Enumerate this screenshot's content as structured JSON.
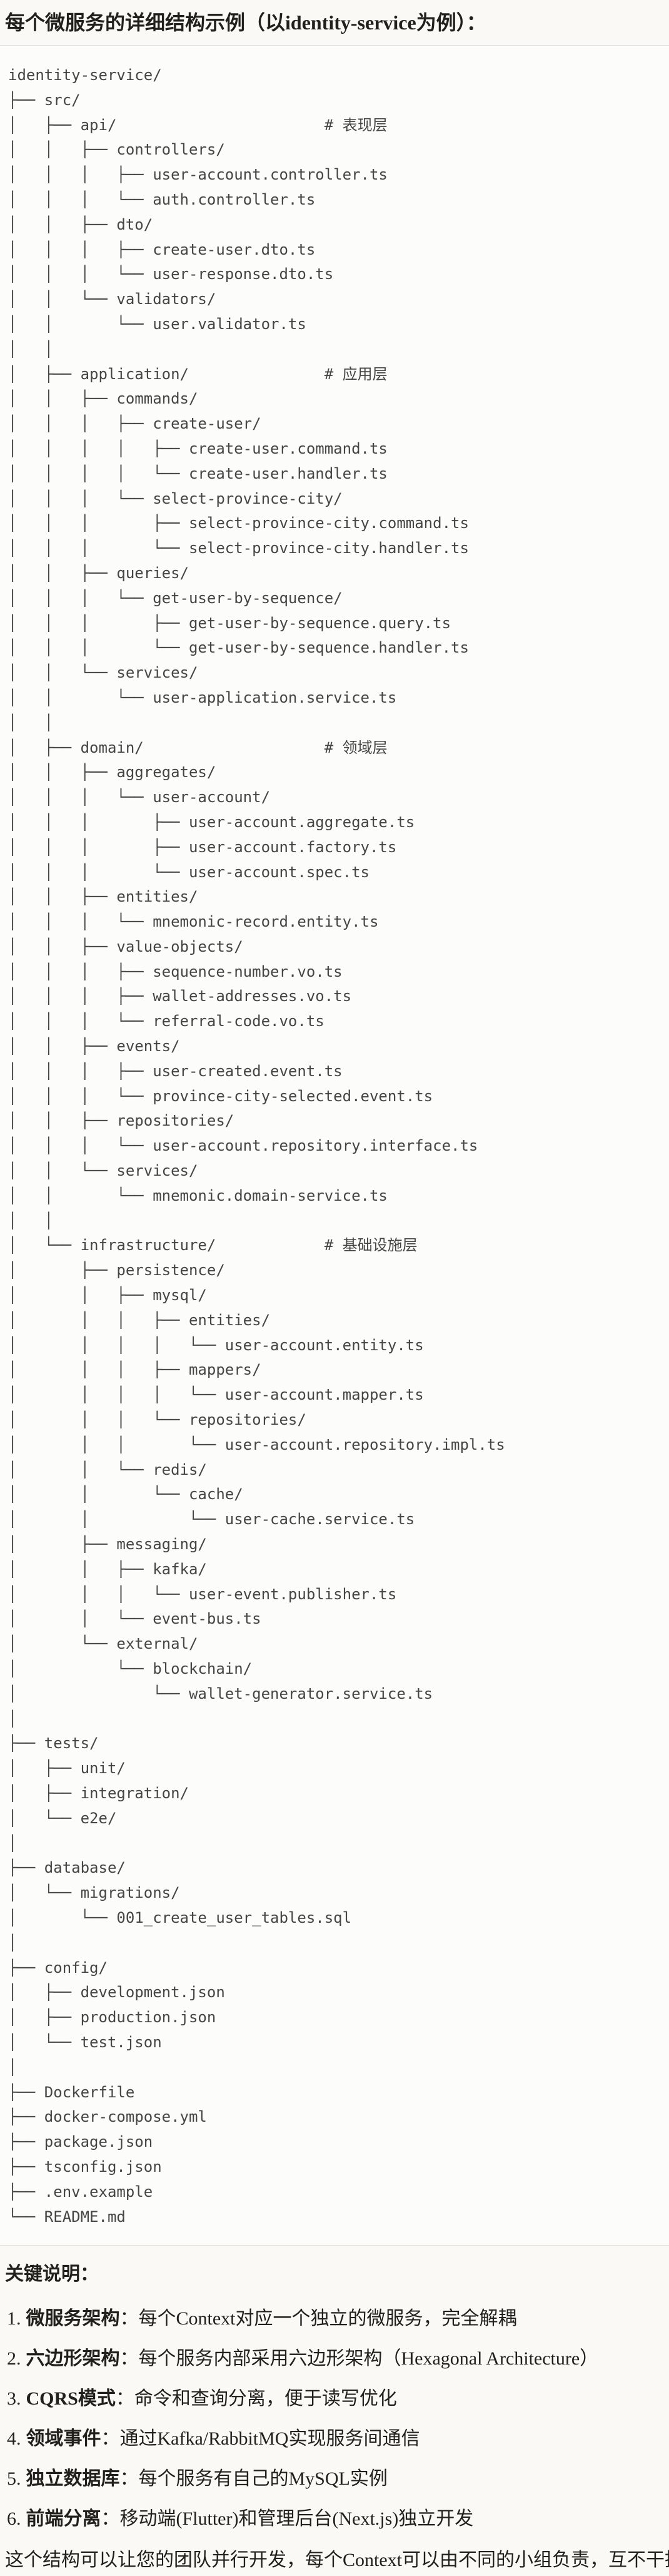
{
  "page": {
    "title": "每个微服务的详细结构示例（以identity-service为例）："
  },
  "code_block": {
    "language": "plaintext-directory-tree",
    "tree_text": "identity-service/\n├── src/\n│   ├── api/                       # 表现层\n│   │   ├── controllers/\n│   │   │   ├── user-account.controller.ts\n│   │   │   └── auth.controller.ts\n│   │   ├── dto/\n│   │   │   ├── create-user.dto.ts\n│   │   │   └── user-response.dto.ts\n│   │   └── validators/\n│   │       └── user.validator.ts\n│   │\n│   ├── application/               # 应用层\n│   │   ├── commands/\n│   │   │   ├── create-user/\n│   │   │   │   ├── create-user.command.ts\n│   │   │   │   └── create-user.handler.ts\n│   │   │   └── select-province-city/\n│   │   │       ├── select-province-city.command.ts\n│   │   │       └── select-province-city.handler.ts\n│   │   ├── queries/\n│   │   │   └── get-user-by-sequence/\n│   │   │       ├── get-user-by-sequence.query.ts\n│   │   │       └── get-user-by-sequence.handler.ts\n│   │   └── services/\n│   │       └── user-application.service.ts\n│   │\n│   ├── domain/                    # 领域层\n│   │   ├── aggregates/\n│   │   │   └── user-account/\n│   │   │       ├── user-account.aggregate.ts\n│   │   │       ├── user-account.factory.ts\n│   │   │       └── user-account.spec.ts\n│   │   ├── entities/\n│   │   │   └── mnemonic-record.entity.ts\n│   │   ├── value-objects/\n│   │   │   ├── sequence-number.vo.ts\n│   │   │   ├── wallet-addresses.vo.ts\n│   │   │   └── referral-code.vo.ts\n│   │   ├── events/\n│   │   │   ├── user-created.event.ts\n│   │   │   └── province-city-selected.event.ts\n│   │   ├── repositories/\n│   │   │   └── user-account.repository.interface.ts\n│   │   └── services/\n│   │       └── mnemonic.domain-service.ts\n│   │\n│   └── infrastructure/            # 基础设施层\n│       ├── persistence/\n│       │   ├── mysql/\n│       │   │   ├── entities/\n│       │   │   │   └── user-account.entity.ts\n│       │   │   ├── mappers/\n│       │   │   │   └── user-account.mapper.ts\n│       │   │   └── repositories/\n│       │   │       └── user-account.repository.impl.ts\n│       │   └── redis/\n│       │       └── cache/\n│       │           └── user-cache.service.ts\n│       ├── messaging/\n│       │   ├── kafka/\n│       │   │   └── user-event.publisher.ts\n│       │   └── event-bus.ts\n│       └── external/\n│           └── blockchain/\n│               └── wallet-generator.service.ts\n│\n├── tests/\n│   ├── unit/\n│   ├── integration/\n│   └── e2e/\n│\n├── database/\n│   └── migrations/\n│       └── 001_create_user_tables.sql\n│\n├── config/\n│   ├── development.json\n│   ├── production.json\n│   └── test.json\n│\n├── Dockerfile\n├── docker-compose.yml\n├── package.json\n├── tsconfig.json\n├── .env.example\n└── README.md"
  },
  "notes": {
    "heading": "关键说明：",
    "items": [
      {
        "num": "1.",
        "term": "微服务架构",
        "colon": "：",
        "desc": "每个Context对应一个独立的微服务，完全解耦"
      },
      {
        "num": "2.",
        "term": "六边形架构",
        "colon": "：",
        "desc": "每个服务内部采用六边形架构（Hexagonal Architecture）"
      },
      {
        "num": "3.",
        "term": "CQRS模式",
        "colon": "：",
        "desc": "命令和查询分离，便于读写优化"
      },
      {
        "num": "4.",
        "term": "领域事件",
        "colon": "：",
        "desc": "通过Kafka/RabbitMQ实现服务间通信"
      },
      {
        "num": "5.",
        "term": "独立数据库",
        "colon": "：",
        "desc": "每个服务有自己的MySQL实例"
      },
      {
        "num": "6.",
        "term": "前端分离",
        "colon": "：",
        "desc": "移动端(Flutter)和管理后台(Next.js)独立开发"
      }
    ],
    "footer": "这个结构可以让您的团队并行开发，每个Context可以由不同的小组负责，互不干扰。"
  },
  "colors": {
    "page_bg": "#faf9f5",
    "code_bg": "#fcfcfa",
    "code_border": "#e0dfda",
    "code_text": "#454542",
    "body_text": "#21201c"
  }
}
